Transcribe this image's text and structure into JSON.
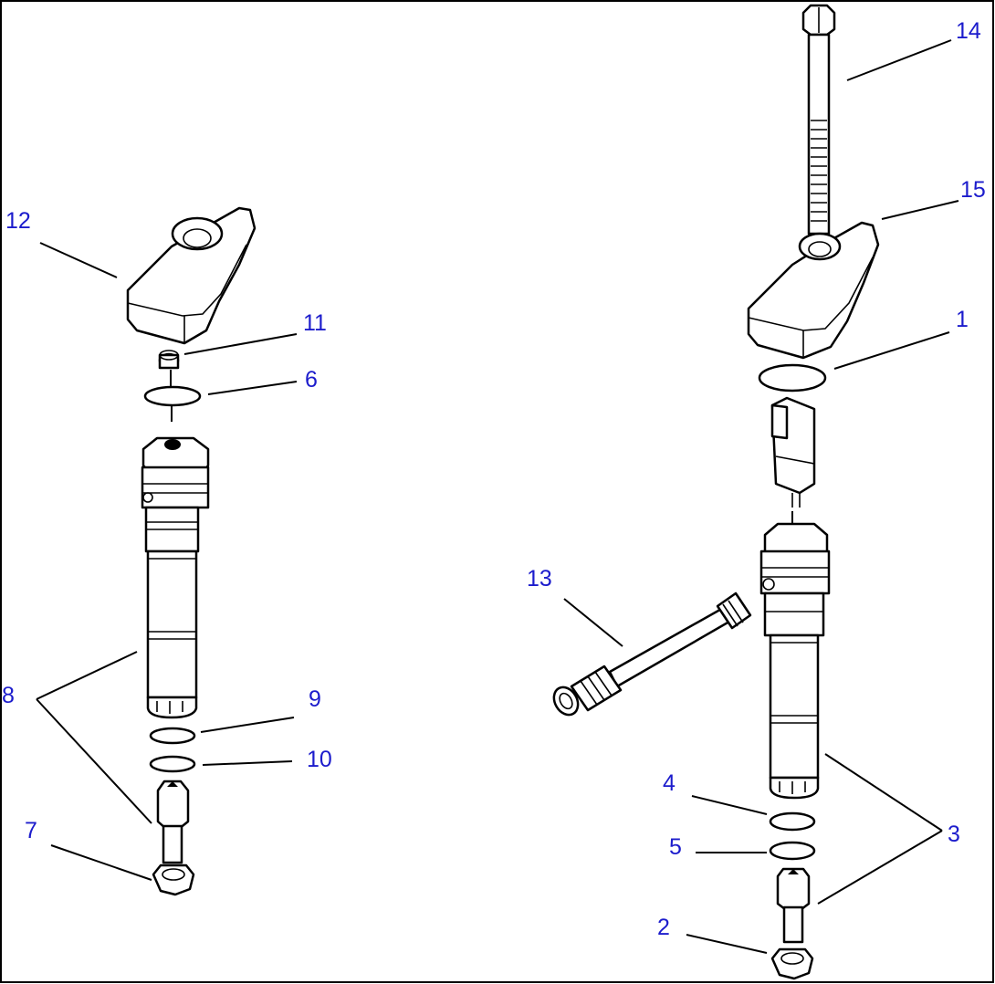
{
  "diagram": {
    "type": "exploded-parts-view",
    "callouts": {
      "c1": "1",
      "c2": "2",
      "c3": "3",
      "c4": "4",
      "c5": "5",
      "c6": "6",
      "c7": "7",
      "c8": "8",
      "c9": "9",
      "c10": "10",
      "c11": "11",
      "c12": "12",
      "c13": "13",
      "c14": "14",
      "c15": "15"
    },
    "colors": {
      "callout_text": "#1c1ccc",
      "line_art": "#000000",
      "background": "#ffffff"
    }
  }
}
